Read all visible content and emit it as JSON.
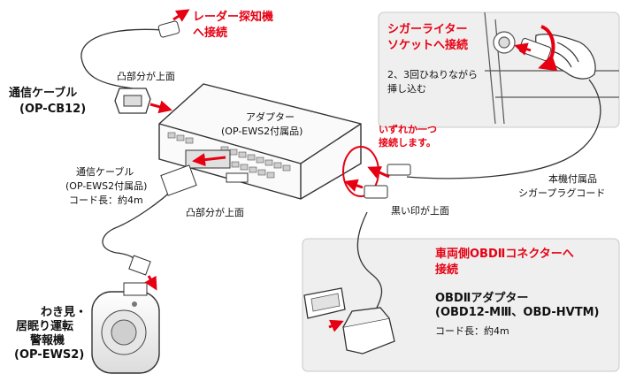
{
  "labels": {
    "radar_1": "レーダー探知機",
    "radar_2": "へ接続",
    "comm_cable_1": "通信ケーブル",
    "comm_cable_2": "(OP-CB12)",
    "convex_top_1": "凸部分が上面",
    "adapter_1": "アダプター",
    "adapter_2": "(OP-EWS2付属品)",
    "comm_cable_inc_1": "通信ケーブル",
    "comm_cable_inc_2": "(OP-EWS2付属品)",
    "comm_cable_inc_3": "コード長：約4m",
    "convex_top_2": "凸部分が上面",
    "cig_socket_1": "シガーライター",
    "cig_socket_2": "ソケットへ接続",
    "twist_1": "2、3回ひねりながら",
    "twist_2": "挿し込む",
    "either_1": "いずれか一つ",
    "either_2": "接続します。",
    "plug_cord_1": "本機付属品",
    "plug_cord_2": "シガープラグコード",
    "black_mark": "黒い印が上面",
    "obd_conn_1": "車両側OBDⅡコネクターへ",
    "obd_conn_2": "接続",
    "obd_adapter_1": "OBDⅡアダプター",
    "obd_adapter_2": "(OBD12-MⅢ、OBD-HVTM)",
    "obd_adapter_3": "コード長：約4m",
    "device_1": "わき見・",
    "device_2": "居眠り運転",
    "device_3": "警報機",
    "device_4": "(OP-EWS2)"
  },
  "colors": {
    "accent_red": "#e60012",
    "panel_bg": "#efefef",
    "panel_border": "#c8c8c8",
    "device_body": "#f7f7f7",
    "device_outline": "#333333"
  }
}
